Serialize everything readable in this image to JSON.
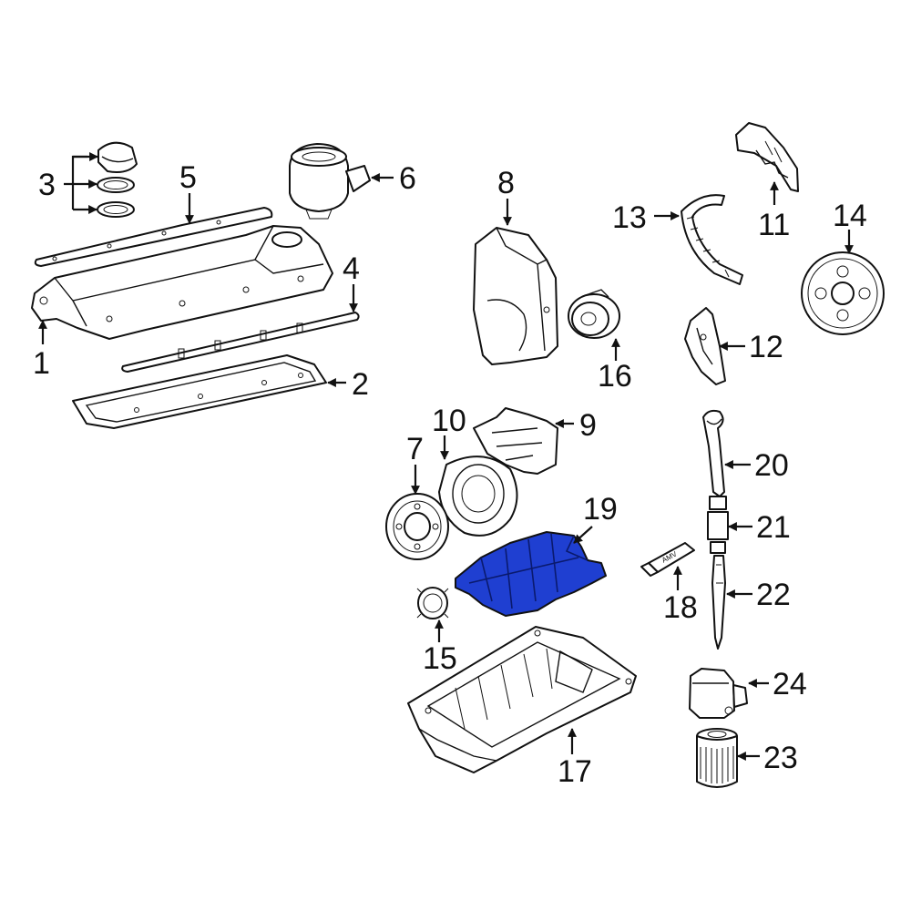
{
  "highlight_color": "#1f3fd1",
  "callouts": {
    "c1": "1",
    "c2": "2",
    "c3": "3",
    "c4": "4",
    "c5": "5",
    "c6": "6",
    "c7": "7",
    "c8": "8",
    "c9": "9",
    "c10": "10",
    "c11": "11",
    "c12": "12",
    "c13": "13",
    "c14": "14",
    "c15": "15",
    "c16": "16",
    "c17": "17",
    "c18": "18",
    "c19": "19",
    "c20": "20",
    "c21": "21",
    "c22": "22",
    "c23": "23",
    "c24": "24"
  },
  "tube_text": "AMV"
}
